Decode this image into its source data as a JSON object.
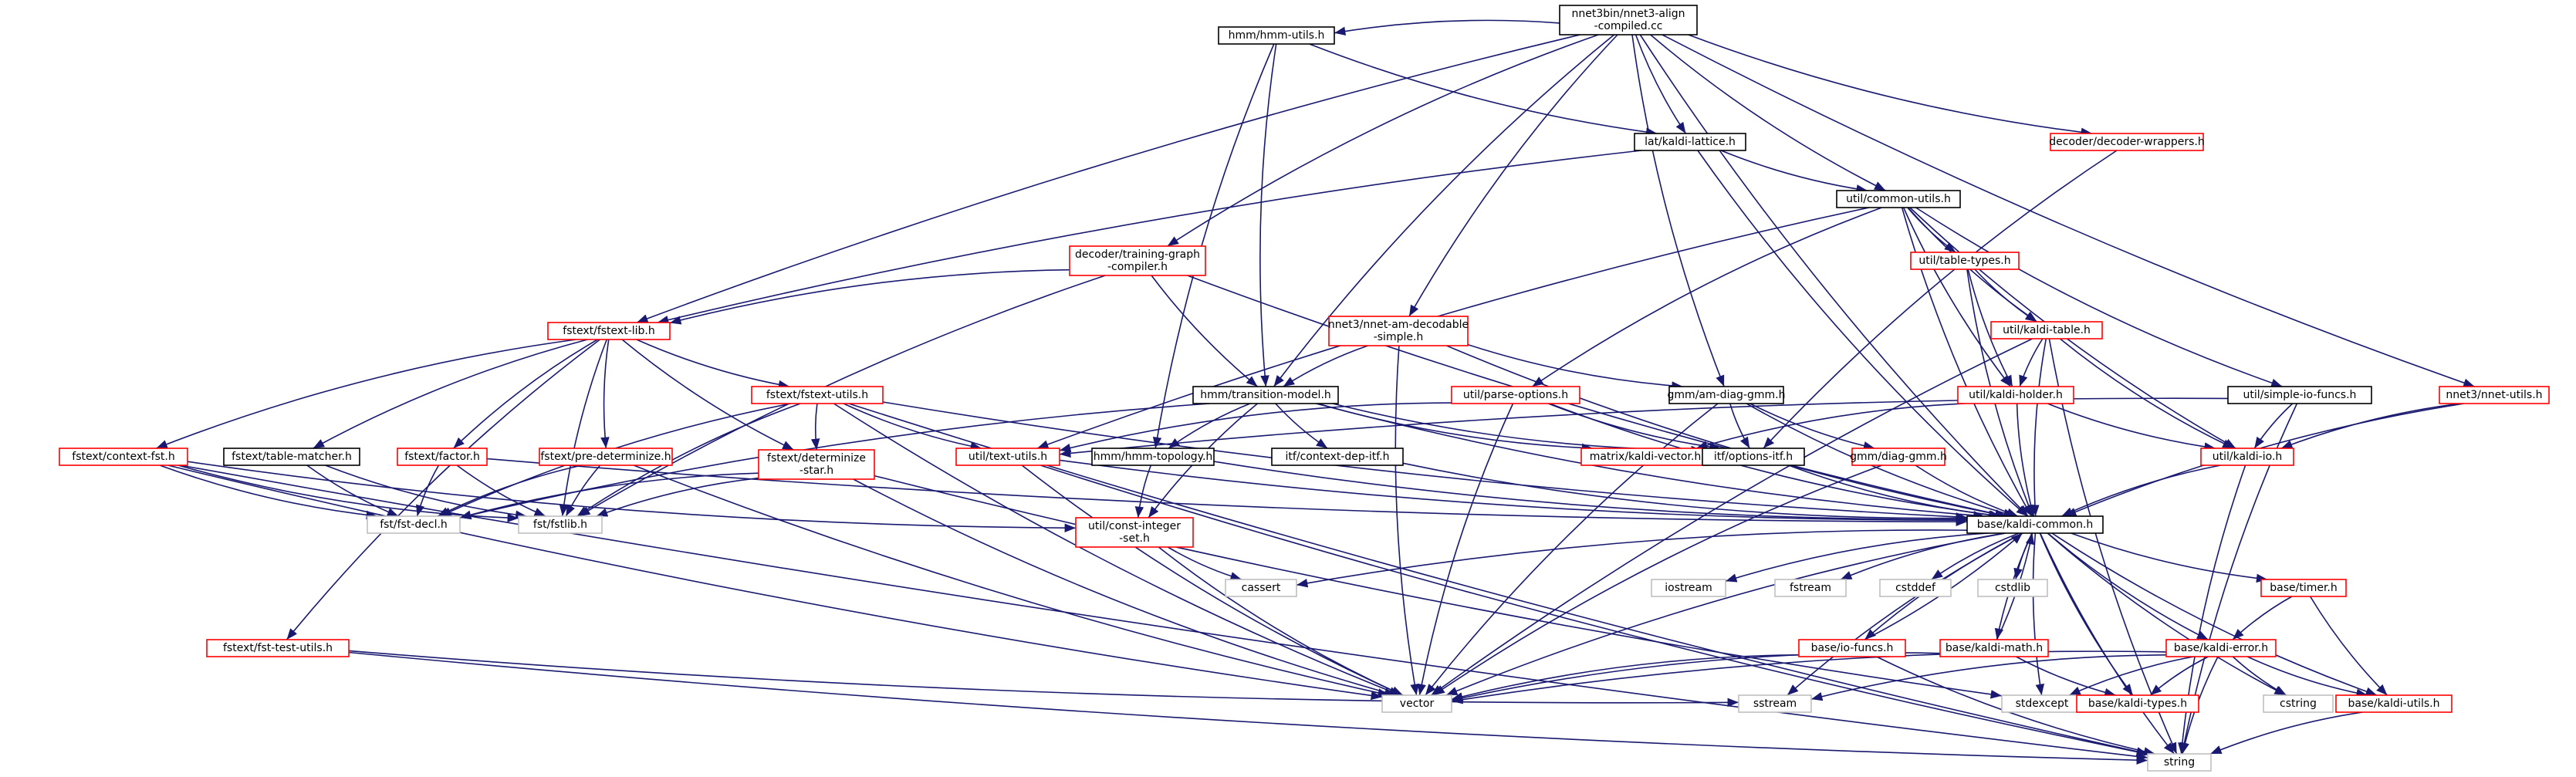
{
  "colors": {
    "edge": "#191970",
    "root_fill": "#bfbfbf",
    "border_plain": "#000000",
    "border_documented": "#ff0000",
    "border_system": "#bfbfbf"
  },
  "nodes": [
    {
      "id": "root",
      "lines": [
        "nnet3bin/nnet3-align",
        "-compiled.cc"
      ],
      "kind": "root"
    },
    {
      "id": "hmm_utils",
      "lines": [
        "hmm/hmm-utils.h"
      ],
      "kind": "plain"
    },
    {
      "id": "lat_kaldi_lattice",
      "lines": [
        "lat/kaldi-lattice.h"
      ],
      "kind": "plain"
    },
    {
      "id": "decoder_wrappers",
      "lines": [
        "decoder/decoder-wrappers.h"
      ],
      "kind": "documented"
    },
    {
      "id": "common_utils",
      "lines": [
        "util/common-utils.h"
      ],
      "kind": "plain"
    },
    {
      "id": "training_graph",
      "lines": [
        "decoder/training-graph",
        "-compiler.h"
      ],
      "kind": "documented"
    },
    {
      "id": "table_types",
      "lines": [
        "util/table-types.h"
      ],
      "kind": "documented"
    },
    {
      "id": "kaldi_table",
      "lines": [
        "util/kaldi-table.h"
      ],
      "kind": "documented"
    },
    {
      "id": "fstext_lib",
      "lines": [
        "fstext/fstext-lib.h"
      ],
      "kind": "documented"
    },
    {
      "id": "nnet_am_decodable",
      "lines": [
        "nnet3/nnet-am-decodable",
        "-simple.h"
      ],
      "kind": "documented"
    },
    {
      "id": "fstext_utils",
      "lines": [
        "fstext/fstext-utils.h"
      ],
      "kind": "documented"
    },
    {
      "id": "transition_model",
      "lines": [
        "hmm/transition-model.h"
      ],
      "kind": "plain"
    },
    {
      "id": "parse_options",
      "lines": [
        "util/parse-options.h"
      ],
      "kind": "documented"
    },
    {
      "id": "am_diag_gmm",
      "lines": [
        "gmm/am-diag-gmm.h"
      ],
      "kind": "plain"
    },
    {
      "id": "kaldi_holder",
      "lines": [
        "util/kaldi-holder.h"
      ],
      "kind": "documented"
    },
    {
      "id": "simple_io_funcs",
      "lines": [
        "util/simple-io-funcs.h"
      ],
      "kind": "plain"
    },
    {
      "id": "nnet_utils",
      "lines": [
        "nnet3/nnet-utils.h"
      ],
      "kind": "documented"
    },
    {
      "id": "context_fst",
      "lines": [
        "fstext/context-fst.h"
      ],
      "kind": "documented"
    },
    {
      "id": "table_matcher",
      "lines": [
        "fstext/table-matcher.h"
      ],
      "kind": "plain"
    },
    {
      "id": "factor",
      "lines": [
        "fstext/factor.h"
      ],
      "kind": "documented"
    },
    {
      "id": "pre_determinize",
      "lines": [
        "fstext/pre-determinize.h"
      ],
      "kind": "documented"
    },
    {
      "id": "determinize_star",
      "lines": [
        "fstext/determinize",
        "-star.h"
      ],
      "kind": "documented"
    },
    {
      "id": "text_utils",
      "lines": [
        "util/text-utils.h"
      ],
      "kind": "documented"
    },
    {
      "id": "hmm_topology",
      "lines": [
        "hmm/hmm-topology.h"
      ],
      "kind": "plain"
    },
    {
      "id": "context_dep_itf",
      "lines": [
        "itf/context-dep-itf.h"
      ],
      "kind": "plain"
    },
    {
      "id": "kaldi_vector",
      "lines": [
        "matrix/kaldi-vector.h"
      ],
      "kind": "documented"
    },
    {
      "id": "options_itf",
      "lines": [
        "itf/options-itf.h"
      ],
      "kind": "plain"
    },
    {
      "id": "diag_gmm",
      "lines": [
        "gmm/diag-gmm.h"
      ],
      "kind": "documented"
    },
    {
      "id": "kaldi_io",
      "lines": [
        "util/kaldi-io.h"
      ],
      "kind": "documented"
    },
    {
      "id": "fst_decl",
      "lines": [
        "fst/fst-decl.h"
      ],
      "kind": "system"
    },
    {
      "id": "fstlib",
      "lines": [
        "fst/fstlib.h"
      ],
      "kind": "system"
    },
    {
      "id": "const_integer_set",
      "lines": [
        "util/const-integer",
        "-set.h"
      ],
      "kind": "documented"
    },
    {
      "id": "kaldi_common",
      "lines": [
        "base/kaldi-common.h"
      ],
      "kind": "plain"
    },
    {
      "id": "cassert",
      "lines": [
        "cassert"
      ],
      "kind": "system"
    },
    {
      "id": "iostream",
      "lines": [
        "iostream"
      ],
      "kind": "system"
    },
    {
      "id": "fstream",
      "lines": [
        "fstream"
      ],
      "kind": "system"
    },
    {
      "id": "cstddef",
      "lines": [
        "cstddef"
      ],
      "kind": "system"
    },
    {
      "id": "cstdlib",
      "lines": [
        "cstdlib"
      ],
      "kind": "system"
    },
    {
      "id": "timer",
      "lines": [
        "base/timer.h"
      ],
      "kind": "documented"
    },
    {
      "id": "fst_test_utils",
      "lines": [
        "fstext/fst-test-utils.h"
      ],
      "kind": "documented"
    },
    {
      "id": "io_funcs",
      "lines": [
        "base/io-funcs.h"
      ],
      "kind": "documented"
    },
    {
      "id": "kaldi_math",
      "lines": [
        "base/kaldi-math.h"
      ],
      "kind": "documented"
    },
    {
      "id": "kaldi_error",
      "lines": [
        "base/kaldi-error.h"
      ],
      "kind": "documented"
    },
    {
      "id": "vector",
      "lines": [
        "vector"
      ],
      "kind": "system"
    },
    {
      "id": "sstream",
      "lines": [
        "sstream"
      ],
      "kind": "system"
    },
    {
      "id": "stdexcept",
      "lines": [
        "stdexcept"
      ],
      "kind": "system"
    },
    {
      "id": "kaldi_types",
      "lines": [
        "base/kaldi-types.h"
      ],
      "kind": "documented"
    },
    {
      "id": "cstring",
      "lines": [
        "cstring"
      ],
      "kind": "system"
    },
    {
      "id": "kaldi_utils",
      "lines": [
        "base/kaldi-utils.h"
      ],
      "kind": "documented"
    },
    {
      "id": "string",
      "lines": [
        "string"
      ],
      "kind": "system"
    }
  ],
  "edges": [
    [
      "root",
      "hmm_utils"
    ],
    [
      "root",
      "lat_kaldi_lattice"
    ],
    [
      "root",
      "decoder_wrappers"
    ],
    [
      "root",
      "common_utils"
    ],
    [
      "root",
      "training_graph"
    ],
    [
      "root",
      "fstext_lib"
    ],
    [
      "root",
      "nnet_am_decodable"
    ],
    [
      "root",
      "transition_model"
    ],
    [
      "root",
      "am_diag_gmm"
    ],
    [
      "root",
      "nnet_utils"
    ],
    [
      "root",
      "kaldi_common"
    ],
    [
      "hmm_utils",
      "lat_kaldi_lattice"
    ],
    [
      "hmm_utils",
      "transition_model"
    ],
    [
      "hmm_utils",
      "hmm_topology"
    ],
    [
      "lat_kaldi_lattice",
      "common_utils"
    ],
    [
      "lat_kaldi_lattice",
      "fstext_lib"
    ],
    [
      "lat_kaldi_lattice",
      "kaldi_common"
    ],
    [
      "decoder_wrappers",
      "options_itf"
    ],
    [
      "common_utils",
      "table_types"
    ],
    [
      "common_utils",
      "kaldi_table"
    ],
    [
      "common_utils",
      "kaldi_holder"
    ],
    [
      "common_utils",
      "parse_options"
    ],
    [
      "common_utils",
      "simple_io_funcs"
    ],
    [
      "common_utils",
      "kaldi_io"
    ],
    [
      "common_utils",
      "text_utils"
    ],
    [
      "common_utils",
      "kaldi_common"
    ],
    [
      "training_graph",
      "fstext_lib"
    ],
    [
      "training_graph",
      "transition_model"
    ],
    [
      "training_graph",
      "fstlib"
    ],
    [
      "training_graph",
      "kaldi_common"
    ],
    [
      "table_types",
      "kaldi_table"
    ],
    [
      "table_types",
      "kaldi_holder"
    ],
    [
      "table_types",
      "kaldi_common"
    ],
    [
      "kaldi_table",
      "kaldi_holder"
    ],
    [
      "kaldi_table",
      "kaldi_io"
    ],
    [
      "kaldi_table",
      "vector"
    ],
    [
      "kaldi_table",
      "string"
    ],
    [
      "kaldi_table",
      "kaldi_common"
    ],
    [
      "fstext_lib",
      "fstext_utils"
    ],
    [
      "fstext_lib",
      "context_fst"
    ],
    [
      "fstext_lib",
      "table_matcher"
    ],
    [
      "fstext_lib",
      "factor"
    ],
    [
      "fstext_lib",
      "pre_determinize"
    ],
    [
      "fstext_lib",
      "determinize_star"
    ],
    [
      "fstext_lib",
      "fst_test_utils"
    ],
    [
      "fstext_lib",
      "fstlib"
    ],
    [
      "nnet_am_decodable",
      "transition_model"
    ],
    [
      "nnet_am_decodable",
      "am_diag_gmm"
    ],
    [
      "nnet_am_decodable",
      "vector"
    ],
    [
      "nnet_am_decodable",
      "kaldi_common"
    ],
    [
      "fstext_utils",
      "determinize_star"
    ],
    [
      "fstext_utils",
      "text_utils"
    ],
    [
      "fstext_utils",
      "fst_decl"
    ],
    [
      "fstext_utils",
      "fstlib"
    ],
    [
      "fstext_utils",
      "vector"
    ],
    [
      "fstext_utils",
      "string"
    ],
    [
      "fstext_utils",
      "kaldi_common"
    ],
    [
      "transition_model",
      "hmm_topology"
    ],
    [
      "transition_model",
      "context_dep_itf"
    ],
    [
      "transition_model",
      "kaldi_vector"
    ],
    [
      "transition_model",
      "options_itf"
    ],
    [
      "transition_model",
      "const_integer_set"
    ],
    [
      "transition_model",
      "fst_decl"
    ],
    [
      "transition_model",
      "kaldi_common"
    ],
    [
      "parse_options",
      "options_itf"
    ],
    [
      "parse_options",
      "text_utils"
    ],
    [
      "parse_options",
      "vector"
    ],
    [
      "parse_options",
      "kaldi_common"
    ],
    [
      "am_diag_gmm",
      "diag_gmm"
    ],
    [
      "am_diag_gmm",
      "options_itf"
    ],
    [
      "am_diag_gmm",
      "vector"
    ],
    [
      "am_diag_gmm",
      "kaldi_common"
    ],
    [
      "kaldi_holder",
      "kaldi_io"
    ],
    [
      "kaldi_holder",
      "kaldi_vector"
    ],
    [
      "kaldi_holder",
      "kaldi_common"
    ],
    [
      "simple_io_funcs",
      "kaldi_io"
    ],
    [
      "simple_io_funcs",
      "string"
    ],
    [
      "simple_io_funcs",
      "text_utils"
    ],
    [
      "nnet_utils",
      "kaldi_io"
    ],
    [
      "nnet_utils",
      "kaldi_common"
    ],
    [
      "context_fst",
      "fst_decl"
    ],
    [
      "context_fst",
      "fstlib"
    ],
    [
      "context_fst",
      "const_integer_set"
    ],
    [
      "context_fst",
      "vector"
    ],
    [
      "context_fst",
      "string"
    ],
    [
      "table_matcher",
      "fst_decl"
    ],
    [
      "table_matcher",
      "fstlib"
    ],
    [
      "factor",
      "fst_decl"
    ],
    [
      "factor",
      "fstlib"
    ],
    [
      "factor",
      "kaldi_common"
    ],
    [
      "pre_determinize",
      "fst_decl"
    ],
    [
      "pre_determinize",
      "fstlib"
    ],
    [
      "pre_determinize",
      "vector"
    ],
    [
      "determinize_star",
      "fst_decl"
    ],
    [
      "determinize_star",
      "fstlib"
    ],
    [
      "determinize_star",
      "vector"
    ],
    [
      "determinize_star",
      "stdexcept"
    ],
    [
      "text_utils",
      "vector"
    ],
    [
      "text_utils",
      "string"
    ],
    [
      "text_utils",
      "kaldi_common"
    ],
    [
      "hmm_topology",
      "const_integer_set"
    ],
    [
      "hmm_topology",
      "kaldi_common"
    ],
    [
      "context_dep_itf",
      "kaldi_common"
    ],
    [
      "options_itf",
      "kaldi_common"
    ],
    [
      "diag_gmm",
      "kaldi_common"
    ],
    [
      "kaldi_io",
      "kaldi_common"
    ],
    [
      "kaldi_io",
      "string"
    ],
    [
      "diag_gmm",
      "vector"
    ],
    [
      "const_integer_set",
      "cassert"
    ],
    [
      "const_integer_set",
      "vector"
    ],
    [
      "fst_test_utils",
      "sstream"
    ],
    [
      "fst_test_utils",
      "string"
    ],
    [
      "kaldi_common",
      "cassert"
    ],
    [
      "kaldi_common",
      "iostream"
    ],
    [
      "kaldi_common",
      "fstream"
    ],
    [
      "kaldi_common",
      "cstddef"
    ],
    [
      "kaldi_common",
      "cstdlib"
    ],
    [
      "kaldi_common",
      "timer"
    ],
    [
      "kaldi_common",
      "io_funcs"
    ],
    [
      "kaldi_common",
      "kaldi_math"
    ],
    [
      "kaldi_common",
      "kaldi_error"
    ],
    [
      "kaldi_common",
      "vector"
    ],
    [
      "kaldi_common",
      "sstream"
    ],
    [
      "kaldi_common",
      "stdexcept"
    ],
    [
      "kaldi_common",
      "kaldi_types"
    ],
    [
      "kaldi_common",
      "cstring"
    ],
    [
      "kaldi_common",
      "kaldi_utils"
    ],
    [
      "kaldi_common",
      "string"
    ],
    [
      "io_funcs",
      "kaldi_common"
    ],
    [
      "io_funcs",
      "vector"
    ],
    [
      "io_funcs",
      "string"
    ],
    [
      "kaldi_math",
      "kaldi_common"
    ],
    [
      "kaldi_math",
      "kaldi_types"
    ],
    [
      "kaldi_math",
      "vector"
    ],
    [
      "timer",
      "kaldi_error"
    ],
    [
      "timer",
      "kaldi_utils"
    ],
    [
      "kaldi_error",
      "kaldi_types"
    ],
    [
      "kaldi_error",
      "kaldi_utils"
    ],
    [
      "kaldi_error",
      "vector"
    ],
    [
      "kaldi_error",
      "sstream"
    ],
    [
      "kaldi_error",
      "stdexcept"
    ],
    [
      "kaldi_error",
      "cstring"
    ],
    [
      "kaldi_error",
      "string"
    ],
    [
      "kaldi_utils",
      "string"
    ]
  ]
}
